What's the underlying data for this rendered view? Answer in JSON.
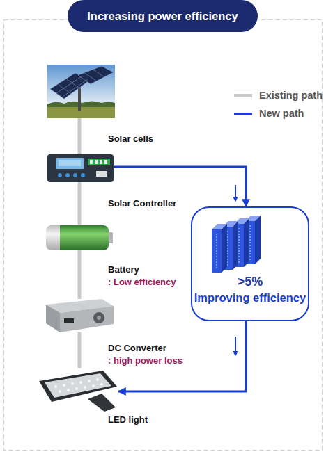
{
  "diagram": {
    "title": "Increasing power efficiency",
    "nodes": [
      {
        "text": [
          "Solar cells"
        ]
      },
      {
        "text": [
          "Solar Controller"
        ]
      },
      {
        "text": [
          "Battery",
          ": Low efficiency"
        ]
      },
      {
        "text": [
          "DC Converter",
          ": high power loss"
        ]
      },
      {
        "text": [
          "LED light"
        ]
      },
      {
        "text": [
          ">5%",
          "Improving efficiency"
        ]
      }
    ],
    "edges": [
      {
        "from": 0,
        "to": 1,
        "arrow": "none"
      },
      {
        "from": 1,
        "to": 2,
        "arrow": "none"
      },
      {
        "from": 2,
        "to": 3,
        "arrow": "none"
      },
      {
        "from": 3,
        "to": 4,
        "arrow": "none"
      },
      {
        "from": 1,
        "to": 5,
        "arrow": "to"
      },
      {
        "from": 5,
        "to": 4,
        "arrow": "to"
      }
    ],
    "legend": [
      {
        "text": "Existing path"
      },
      {
        "text": "New path"
      }
    ]
  }
}
